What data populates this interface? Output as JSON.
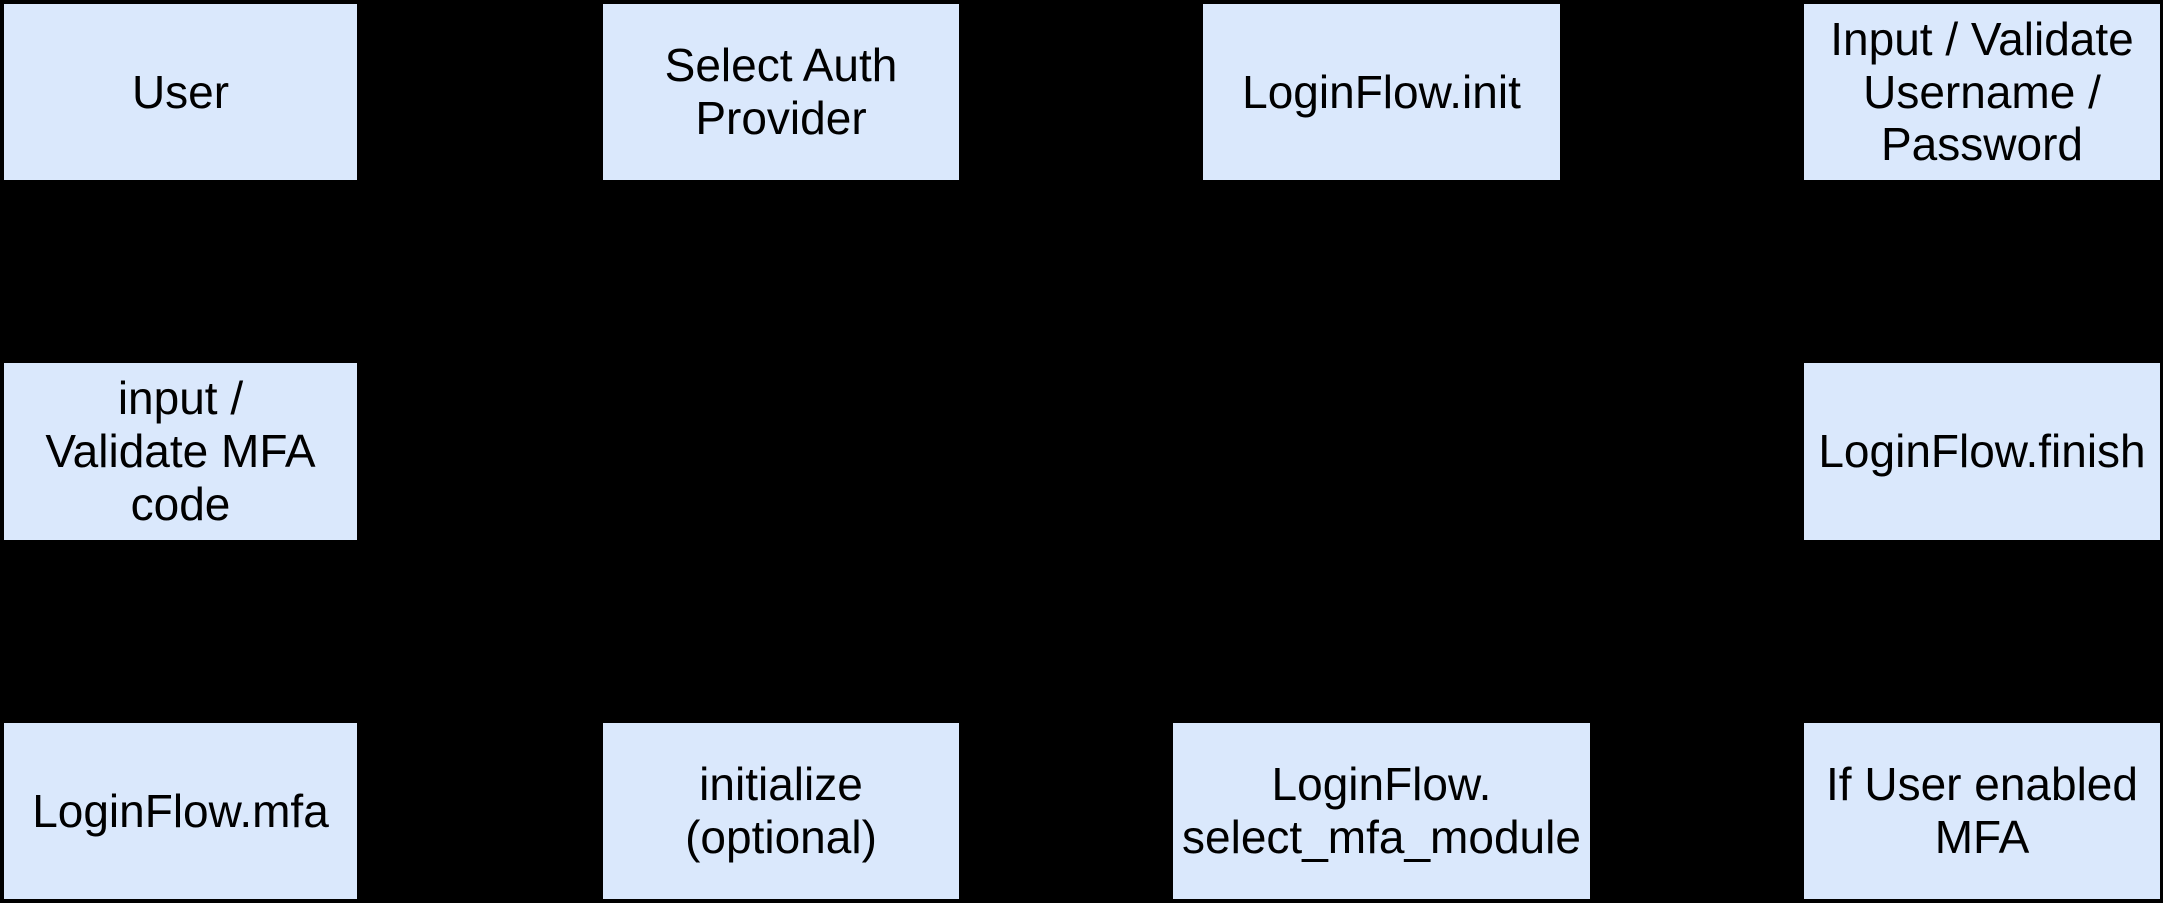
{
  "diagram": {
    "type": "flowchart",
    "background_color": "#000000",
    "node_fill_color": "#dae8fc",
    "node_text_color": "#000000",
    "nodes": [
      {
        "id": "user",
        "text": "User"
      },
      {
        "id": "select-auth-provider",
        "text": "Select Auth\nProvider"
      },
      {
        "id": "loginflow-init",
        "text": "LoginFlow.init"
      },
      {
        "id": "input-validate-username-password",
        "text": "Input / Validate\nUsername /\nPassword"
      },
      {
        "id": "input-validate-mfa-code",
        "text": "input /\nValidate MFA\ncode"
      },
      {
        "id": "loginflow-finish",
        "text": "LoginFlow.finish"
      },
      {
        "id": "loginflow-mfa",
        "text": "LoginFlow.mfa"
      },
      {
        "id": "initialize-optional",
        "text": "initialize\n(optional)"
      },
      {
        "id": "loginflow-select-mfa-module",
        "text": "LoginFlow.\nselect_mfa_module"
      },
      {
        "id": "if-user-enabled-mfa",
        "text": "If User enabled\nMFA"
      }
    ]
  }
}
